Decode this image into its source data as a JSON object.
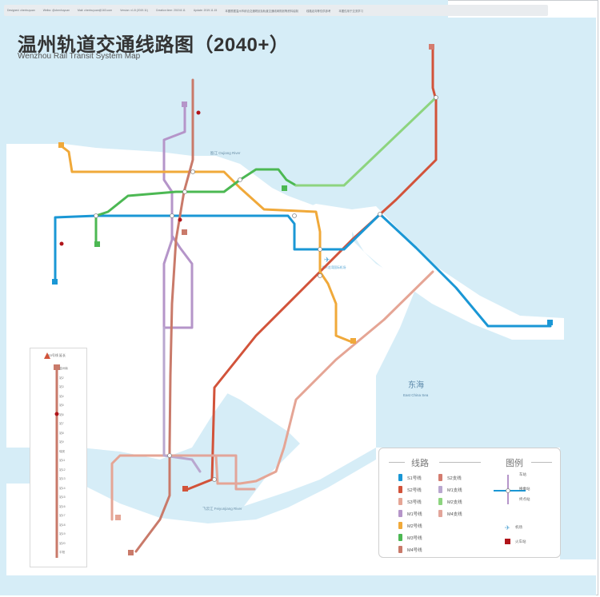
{
  "meta_bar": {
    "fields": [
      "Designed: chenhuyuan",
      "Weibo: @chenhuyuan",
      "Mail: chenhuyuan@163.com",
      "Version: v1.8 (2019.11)",
      "Creation time: 2019.8.11",
      "Update: 2019.11.15",
      "本图根据温州市综合交通规划及轨道交通线网规划等资料绘制",
      "线路走向等仅供参考",
      "本图仅用于交流学习"
    ]
  },
  "title": {
    "zh": "温州轨道交通线路图（2040+）",
    "en": "Wenzhou Rail Transit System Map"
  },
  "geo_labels": {
    "oujiang": "瓯江 Oujiang River",
    "feiyunjiang": "飞云江 Feiyunjiang River",
    "sea_zh": "东海",
    "sea_en": "East China Sea",
    "airport": "温州龙湾国际机场"
  },
  "colors": {
    "water": "#d6edf7",
    "land": "#ffffff",
    "S1": "#1a97d5",
    "S2": "#d2533a",
    "S3": "#e5a595",
    "M1": "#b595c9",
    "M2": "#f0a93a",
    "M3": "#4cb853",
    "M4": "#c97a6a",
    "S2_branch": "#d47c6f",
    "M1_branch": "#b9a7cf",
    "M2_branch": "#8dd47f",
    "M4_branch": "#e2a59a"
  },
  "legend": {
    "lines_heading": "线路",
    "symbols_heading": "图例",
    "lines": [
      {
        "id": "S1",
        "label": "S1号线",
        "color": "#1a97d5"
      },
      {
        "id": "S2",
        "label": "S2号线",
        "color": "#d2533a"
      },
      {
        "id": "S3",
        "label": "S3号线",
        "color": "#e5a595"
      },
      {
        "id": "M1",
        "label": "M1号线",
        "color": "#b595c9"
      },
      {
        "id": "M2",
        "label": "M2号线",
        "color": "#f0a93a"
      },
      {
        "id": "M3",
        "label": "M3号线",
        "color": "#4cb853"
      },
      {
        "id": "M4",
        "label": "M4号线",
        "color": "#c97a6a"
      },
      {
        "id": "S2b",
        "label": "S2支线",
        "color": "#d47c6f"
      },
      {
        "id": "M1b",
        "label": "M1支线",
        "color": "#b9a7cf"
      },
      {
        "id": "M2b",
        "label": "M2支线",
        "color": "#8dd47f"
      },
      {
        "id": "M4b",
        "label": "M4支线",
        "color": "#e2a59a"
      }
    ],
    "symbols": {
      "station": "车站",
      "interchange": "换乘站",
      "terminal": "终点站",
      "airport": "机场",
      "railway": "火车站"
    }
  },
  "s3_panel": {
    "header": "S3号线 延长",
    "stations": [
      "温州南",
      "站2",
      "站3",
      "站4",
      "站5",
      "站6",
      "站7",
      "站8",
      "站9",
      "瑞安",
      "站11",
      "站12",
      "站13",
      "站14",
      "站15",
      "站16",
      "站17",
      "站18",
      "站19",
      "站20",
      "平阳"
    ]
  }
}
